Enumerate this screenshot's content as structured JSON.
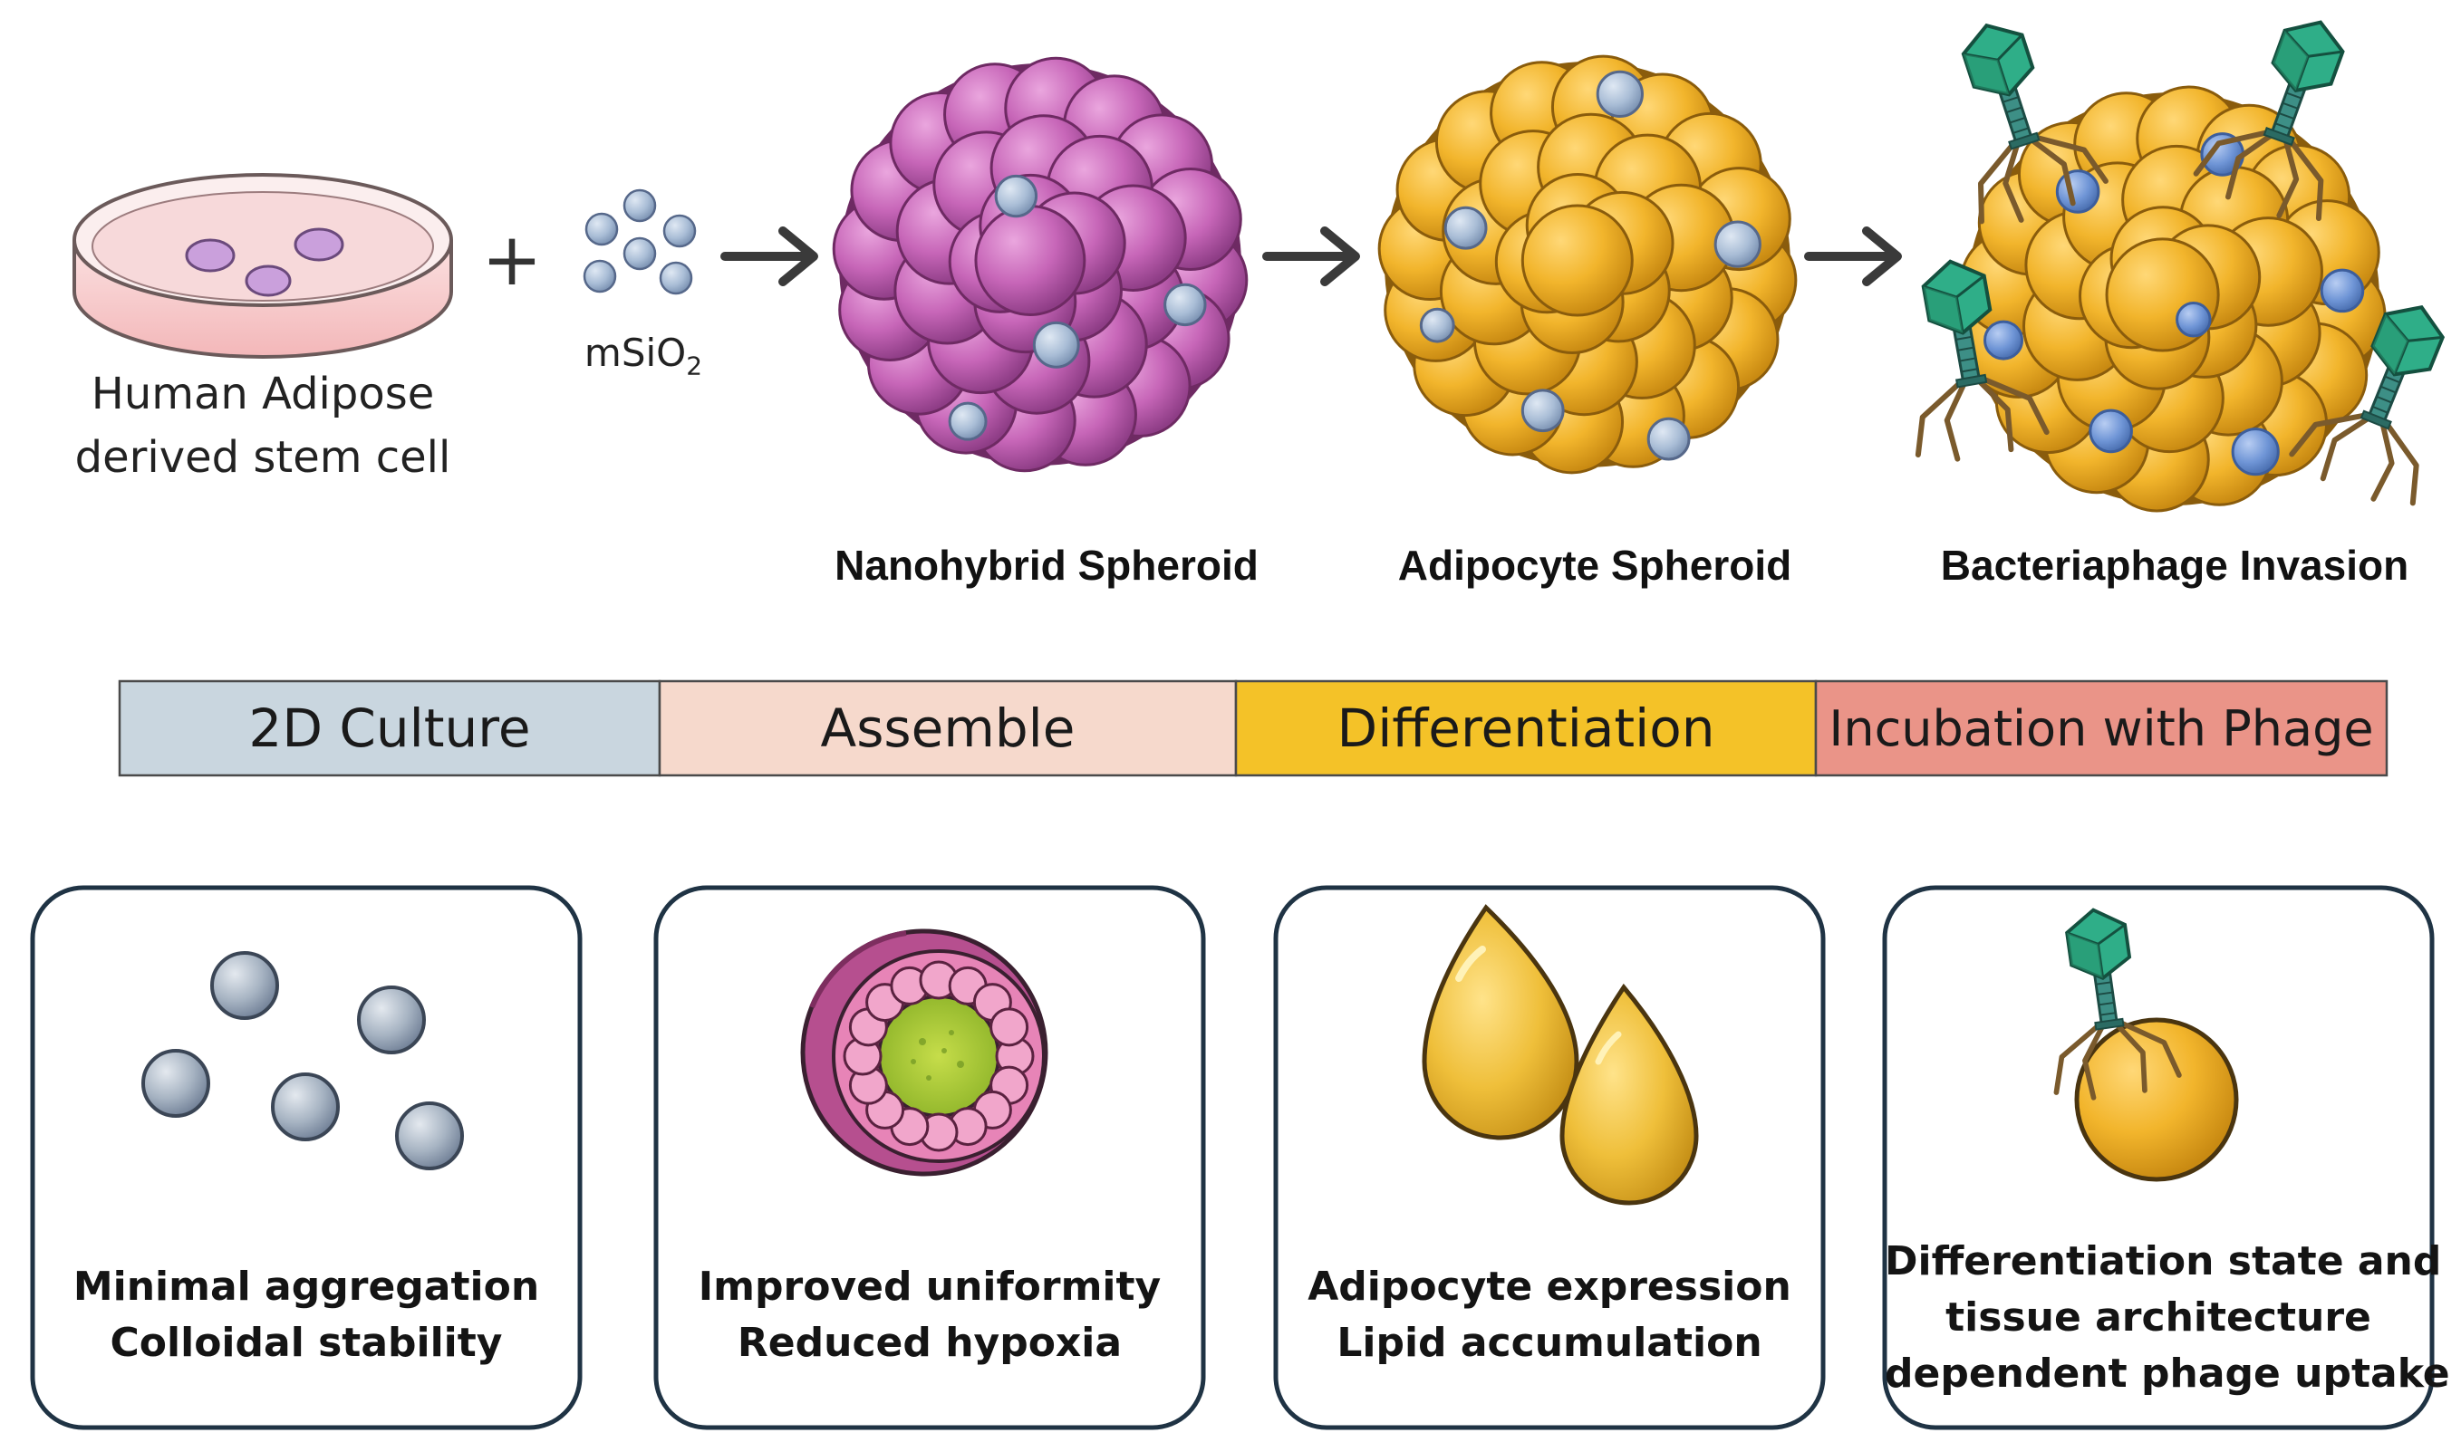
{
  "top": {
    "source_label_line1": "Human Adipose",
    "source_label_line2": "derived stem cell",
    "plus_sign": "+",
    "nanoparticle_label": "mSiO",
    "nanoparticle_subscript": "2"
  },
  "stages": [
    {
      "label": "Nanohybrid Spheroid"
    },
    {
      "label": "Adipocyte Spheroid"
    },
    {
      "label": "Bacteriaphage Invasion"
    }
  ],
  "timeline": [
    {
      "label": "2D Culture",
      "color": "#c9d6df"
    },
    {
      "label": "Assemble",
      "color": "#f6d9cc"
    },
    {
      "label": "Differentiation",
      "color": "#f4c228"
    },
    {
      "label": "Incubation with Phage",
      "color": "#ea9488"
    }
  ],
  "panels": [
    {
      "line1": "Minimal aggregation",
      "line2": "Colloidal stability"
    },
    {
      "line1": "Improved uniformity",
      "line2": "Reduced hypoxia"
    },
    {
      "line1": "Adipocyte expression",
      "line2": "Lipid accumulation"
    },
    {
      "line1": "Differentiation state and",
      "line2": "tissue architecture",
      "line3": "dependent phage uptake"
    }
  ],
  "colors": {
    "magenta_cell": "#c766b8",
    "yellow_cell": "#f2b52c",
    "silica_particle": "#a9bdd6",
    "blue_particle": "#6f95d6",
    "phage_head": "#2fae88",
    "phage_leg": "#7a5a2c",
    "arrow": "#3a3a3a",
    "panel_border": "#1f3344"
  }
}
